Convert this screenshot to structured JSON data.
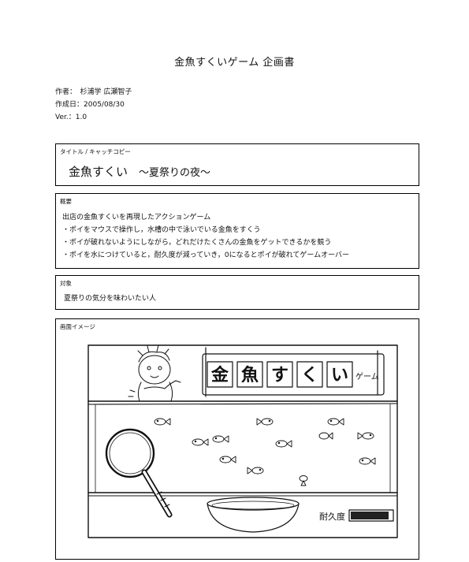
{
  "document": {
    "title": "金魚すくいゲーム 企画書"
  },
  "meta": {
    "author_label": "作者",
    "author_value": "：　杉浦学 広瀬智子",
    "date_label": "作成日：",
    "date_value": "2005/08/30",
    "version_label": "Ver.",
    "version_value": "：1.0"
  },
  "sections": {
    "title_box": {
      "label": "タイトル / キャッチコピー",
      "main": "金魚すくい",
      "sub": "～夏祭りの夜～"
    },
    "summary": {
      "label": "概要",
      "lines": [
        "出店の金魚すくいを再現したアクションゲーム",
        "・ポイをマウスで操作し，水槽の中で泳いでいる金魚をすくう",
        "・ポイが破れないようにしながら，どれだけたくさんの金魚をゲットできるかを競う",
        "・ポイを水につけていると，耐久度が減っていき，0になるとポイが破れてゲームオーバー"
      ]
    },
    "target": {
      "label": "対象",
      "text": "夏祭りの気分を味わいたい人"
    },
    "screen": {
      "label": "画面イメージ",
      "sign_chars": [
        "金",
        "魚",
        "す",
        "く",
        "い"
      ],
      "sign_small": "ゲーム",
      "gauge_label": "耐久度"
    }
  },
  "colors": {
    "ink": "#111111",
    "border": "#000000",
    "paper": "#ffffff"
  }
}
